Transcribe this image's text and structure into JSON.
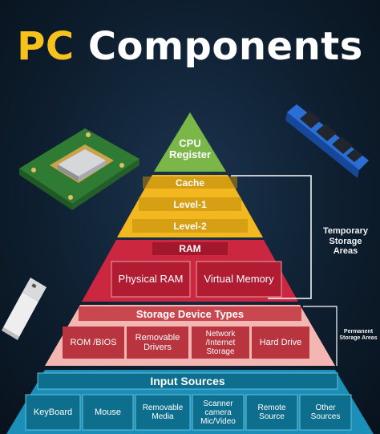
{
  "title": {
    "part1": "PC",
    "part2": "Components"
  },
  "levels": {
    "cpu": {
      "label": "CPU Register"
    },
    "cache": {
      "header": "Cache",
      "items": [
        "Level-1",
        "Level-2"
      ]
    },
    "ram": {
      "header": "RAM",
      "items": [
        "Physical RAM",
        "Virtual Memory"
      ]
    },
    "storage": {
      "header": "Storage Device Types",
      "items": [
        "ROM /BIOS",
        "Removable Drivers",
        "Network /Internet Storage",
        "Hard Drive"
      ]
    },
    "input": {
      "header": "Input Sources",
      "items": [
        "KeyBoard",
        "Mouse",
        "Removable Media",
        "Scanner camera Mic/Video",
        "Remote Source",
        "Other Sources"
      ]
    }
  },
  "annotations": {
    "temporary": "Temporary Storage Areas",
    "permanent": "Permanent Storage Areas"
  },
  "colors": {
    "cpu": "#7ab648",
    "cache": "#f3b81f",
    "ram": "#cc2740",
    "storage": "#f4b6b3",
    "input": "#1b8fb8",
    "title_accent": "#f6c21b"
  }
}
